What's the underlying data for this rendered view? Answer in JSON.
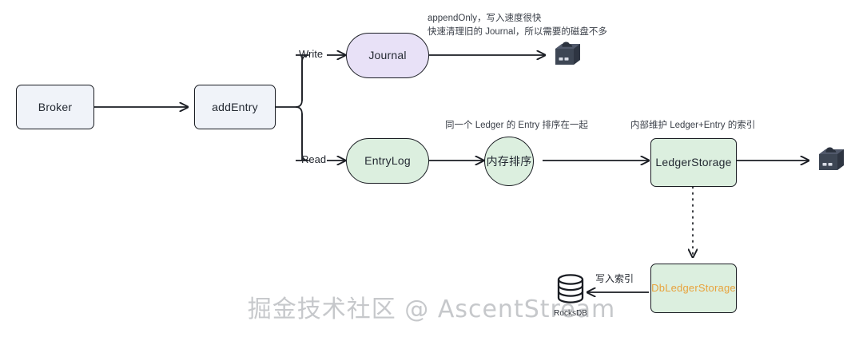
{
  "diagram": {
    "title": "BookKeeper write/read path",
    "colors": {
      "stroke": "#1a1d23",
      "node_blue": "#f0f3f9",
      "node_purple": "#e8e1f7",
      "node_green": "#dcefdf",
      "db_ledger_text": "#e8a33d",
      "disk_icon": "#3d4654",
      "annotation_text": "#3a3f48"
    },
    "nodes": [
      {
        "id": "broker",
        "label": "Broker",
        "shape": "rect",
        "fill": "blue"
      },
      {
        "id": "add-entry",
        "label": "addEntry",
        "shape": "rect",
        "fill": "blue"
      },
      {
        "id": "journal",
        "label": "Journal",
        "shape": "stadium",
        "fill": "purple"
      },
      {
        "id": "entry-log",
        "label": "EntryLog",
        "shape": "stadium",
        "fill": "green"
      },
      {
        "id": "memory-sort",
        "label": "内存排序",
        "shape": "circle",
        "fill": "green"
      },
      {
        "id": "ledger-storage",
        "label": "LedgerStorage",
        "shape": "rect",
        "fill": "green"
      },
      {
        "id": "db-ledger-storage",
        "label": "DbLedgerStorage",
        "shape": "rect",
        "fill": "green"
      }
    ],
    "edge_labels": {
      "write": "Write",
      "read": "Read",
      "write_index": "写入索引"
    },
    "annotations": {
      "journal_line1": "appendOnly，写入速度很快",
      "journal_line2": "快速清理旧的 Journal，所以需要的磁盘不多",
      "entry_sort": "同一个 Ledger 的 Entry 排序在一起",
      "ledger_index": "内部维护 Ledger+Entry 的索引"
    },
    "icons": {
      "journal_disk": "disk-icon",
      "ledger_disk": "disk-icon",
      "rocksdb": "database-cylinder-icon"
    },
    "captions": {
      "rocksdb": "RocksDB"
    },
    "watermark": "掘金技术社区 @ AscentStream"
  }
}
